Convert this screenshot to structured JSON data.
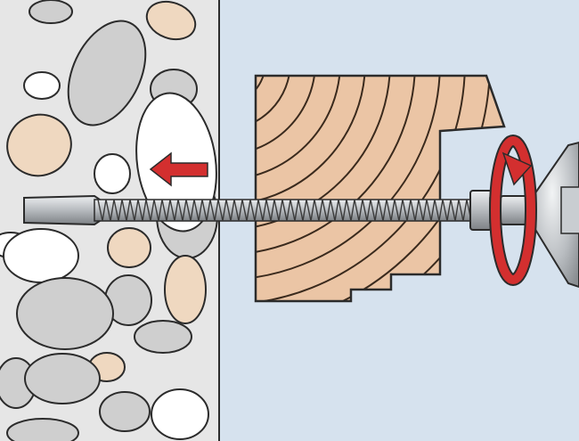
{
  "diagram": {
    "type": "installation-illustration",
    "components": [
      "concrete-wall",
      "timber-frame",
      "frame-screw",
      "drill-bit",
      "push-arrow",
      "rotation-arrow"
    ],
    "colors": {
      "background": "#d6e2ee",
      "concrete": "#e6e6e6",
      "pebble_gray": "#cfcfcf",
      "pebble_tan": "#efd8c0",
      "pebble_white": "#ffffff",
      "timber": "#ebc5a5",
      "steel": "#b8bcc0",
      "accent_red": "#d32f2f",
      "outline": "#2b2b2b"
    }
  }
}
